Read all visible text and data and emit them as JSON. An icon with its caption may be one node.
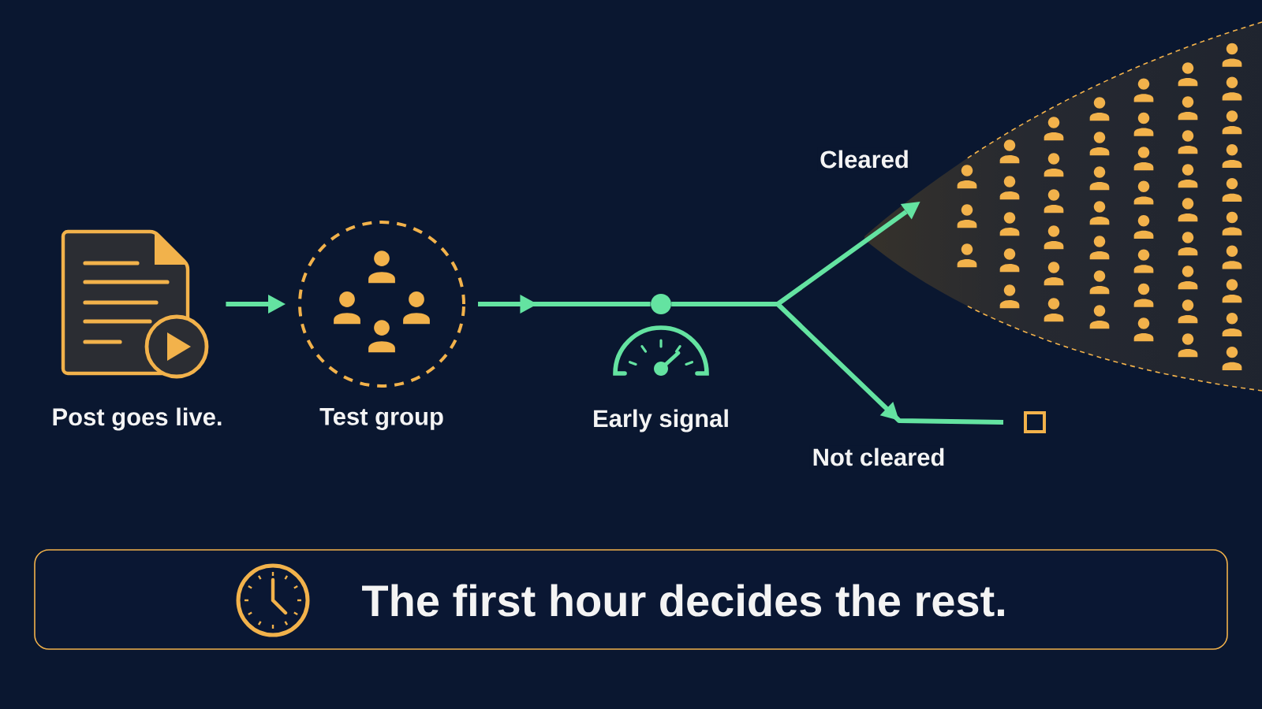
{
  "diagram": {
    "nodes": [
      {
        "text": [
          "Post goes live."
        ]
      },
      {
        "text": [
          "Test group"
        ]
      },
      {
        "text": [
          "Early signal"
        ]
      },
      {
        "text": [],
        "shape": "picture"
      },
      {
        "text": [],
        "shape": "box"
      },
      {
        "text": [
          "The first hour decides the rest."
        ]
      }
    ],
    "edges": [
      {
        "from": 0,
        "to": 1,
        "arrow": "to"
      },
      {
        "from": 1,
        "to": 2,
        "arrow": "to"
      },
      {
        "from": 2,
        "to": 3,
        "arrow": "to",
        "label": "Cleared"
      },
      {
        "from": 2,
        "to": 4,
        "arrow": "to",
        "label": "Not cleared"
      }
    ]
  }
}
